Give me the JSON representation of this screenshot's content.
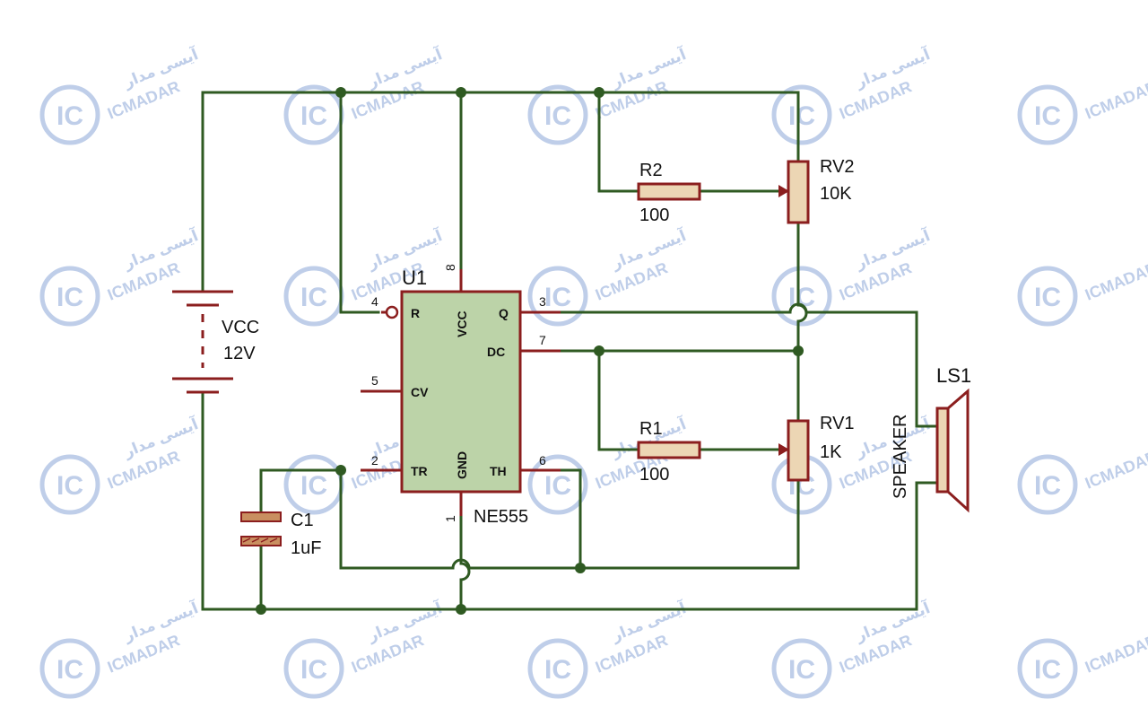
{
  "watermark": {
    "logo_text": "IC",
    "brand": "ICMADAR",
    "brand_fa": "آیسی مدار",
    "color": "#8aa6d8"
  },
  "colors": {
    "wire": "#2f5a22",
    "component_outline": "#8b1e1e",
    "ic_fill": "#bcd3a8",
    "resistor_fill": "#ecd6b4",
    "capacitor_fill": "#c98f60"
  },
  "components": {
    "u1": {
      "ref": "U1",
      "part": "NE555",
      "pins": {
        "r": {
          "name": "R",
          "num": "4"
        },
        "cv": {
          "name": "CV",
          "num": "5"
        },
        "tr": {
          "name": "TR",
          "num": "2"
        },
        "vcc": {
          "name": "VCC",
          "num": "8"
        },
        "gnd": {
          "name": "GND",
          "num": "1"
        },
        "q": {
          "name": "Q",
          "num": "3"
        },
        "dc": {
          "name": "DC",
          "num": "7"
        },
        "th": {
          "name": "TH",
          "num": "6"
        }
      }
    },
    "vcc": {
      "ref": "VCC",
      "value": "12V"
    },
    "c1": {
      "ref": "C1",
      "value": "1uF"
    },
    "r1": {
      "ref": "R1",
      "value": "100"
    },
    "r2": {
      "ref": "R2",
      "value": "100"
    },
    "rv1": {
      "ref": "RV1",
      "value": "1K"
    },
    "rv2": {
      "ref": "RV2",
      "value": "10K"
    },
    "ls1": {
      "ref": "LS1",
      "value": "SPEAKER"
    }
  }
}
